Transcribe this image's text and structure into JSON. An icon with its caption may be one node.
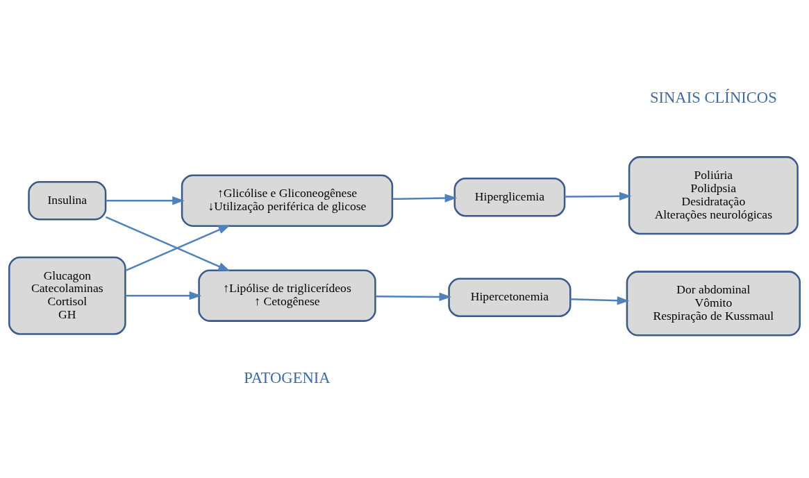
{
  "diagram": {
    "nodes": [
      {
        "text": [
          "Insulina"
        ]
      },
      {
        "text": [
          "↑Glicólise e Gliconeogênese",
          "↓Utilização periférica de glicose"
        ]
      },
      {
        "text": [
          "Hiperglicemia"
        ]
      },
      {
        "text": [
          "Poliúria",
          "Polidpsia",
          "Desidratação",
          "Alterações neurológicas"
        ]
      },
      {
        "text": [
          "Glucagon",
          "Catecolaminas",
          "Cortisol",
          "GH"
        ]
      },
      {
        "text": [
          "↑Lipólise de triglicerídeos",
          "↑ Cetogênese"
        ]
      },
      {
        "text": [
          "Hipercetonemia"
        ]
      },
      {
        "text": [
          "Dor abdominal",
          "Vômito",
          "Respiração de Kussmaul"
        ]
      }
    ],
    "edges": [
      {
        "from": 0,
        "to": 1,
        "arrow": "to"
      },
      {
        "from": 0,
        "to": 5,
        "arrow": "to"
      },
      {
        "from": 4,
        "to": 1,
        "arrow": "to"
      },
      {
        "from": 4,
        "to": 5,
        "arrow": "to"
      },
      {
        "from": 1,
        "to": 2,
        "arrow": "to"
      },
      {
        "from": 2,
        "to": 3,
        "arrow": "to"
      },
      {
        "from": 5,
        "to": 6,
        "arrow": "to"
      },
      {
        "from": 6,
        "to": 7,
        "arrow": "to"
      }
    ],
    "labels": [
      "PATOGENIA",
      "SINAIS CLÍNICOS"
    ]
  }
}
